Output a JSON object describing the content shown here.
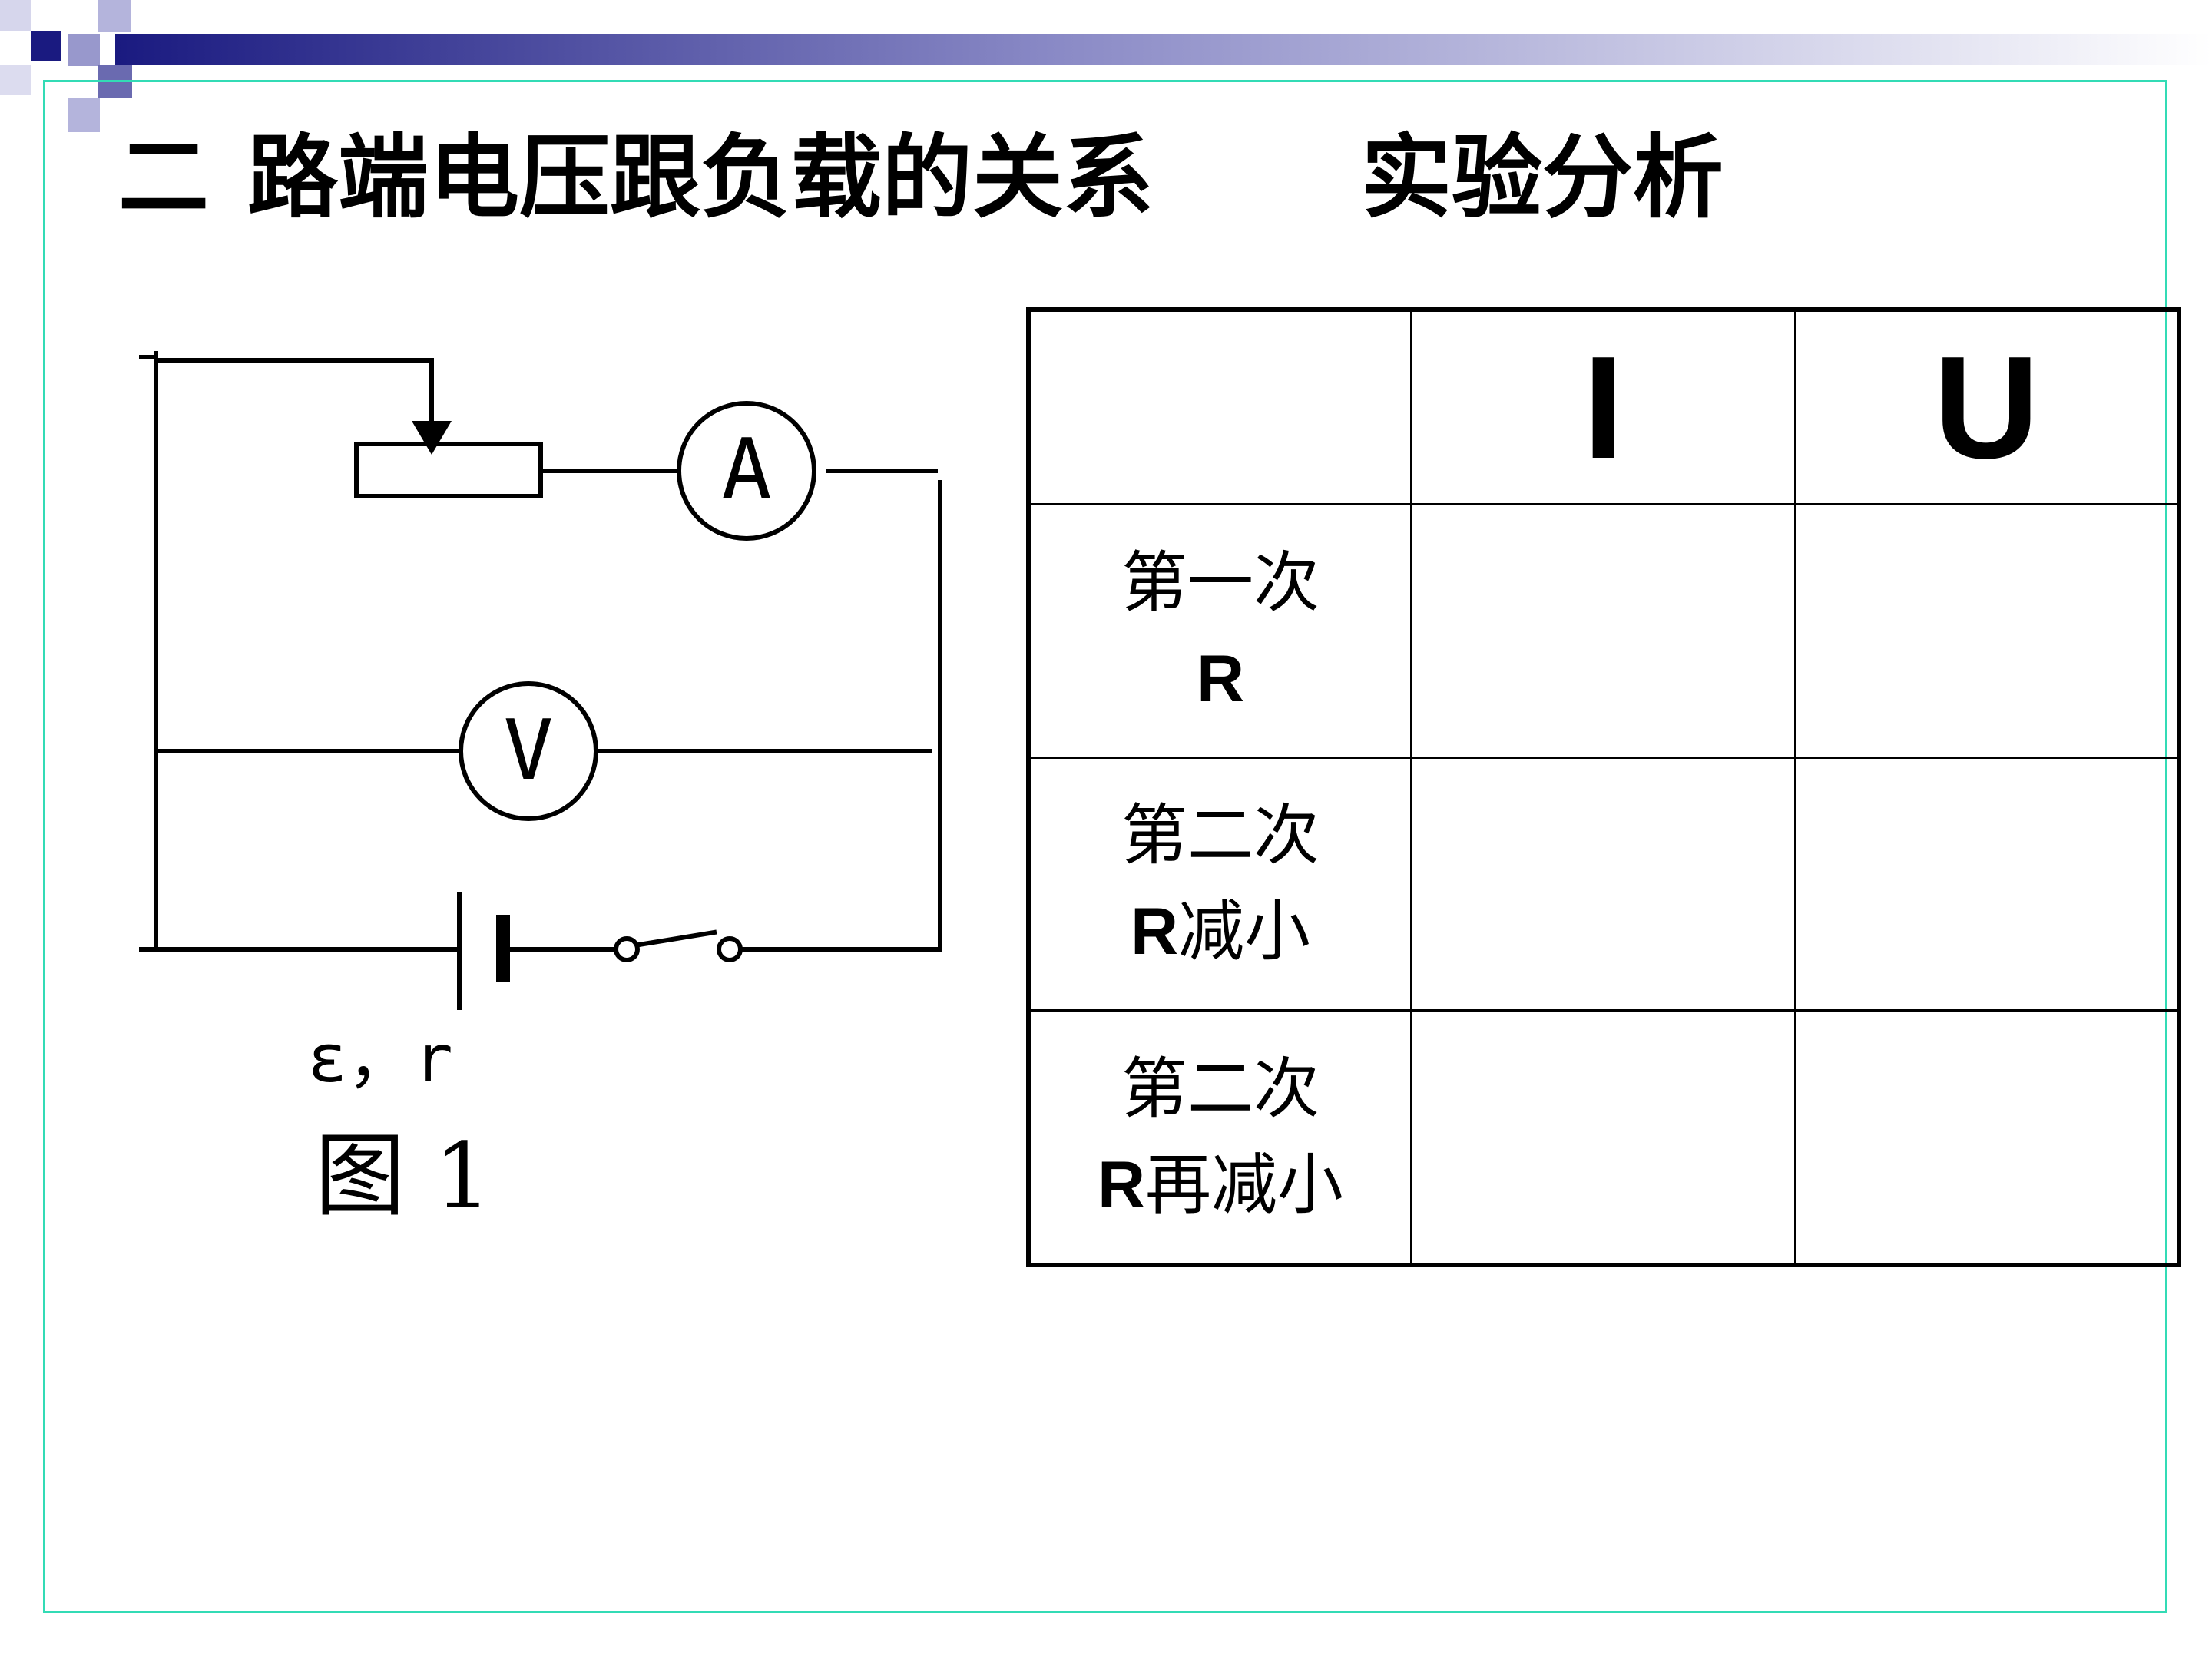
{
  "slide": {
    "number": "二",
    "title": "路端电压跟负载的关系",
    "subtitle": "实验分析"
  },
  "circuit": {
    "ammeter_label": "A",
    "voltmeter_label": "V",
    "source_label": "ε，r",
    "figure_caption": "图 1"
  },
  "table": {
    "headers": [
      "",
      "I",
      "U"
    ],
    "rows": [
      {
        "line1": "第一次",
        "line2_r": "R",
        "line2_rest": "",
        "I": "",
        "U": ""
      },
      {
        "line1": "第二次",
        "line2_r": "R",
        "line2_rest": "减小",
        "I": "",
        "U": ""
      },
      {
        "line1": "第二次",
        "line2_r": "R",
        "line2_rest": "再减小",
        "I": "",
        "U": ""
      }
    ]
  },
  "colors": {
    "banner_dark": "#1a1a80",
    "banner_light": "#8080c0",
    "frame_border": "#33dbb5"
  }
}
